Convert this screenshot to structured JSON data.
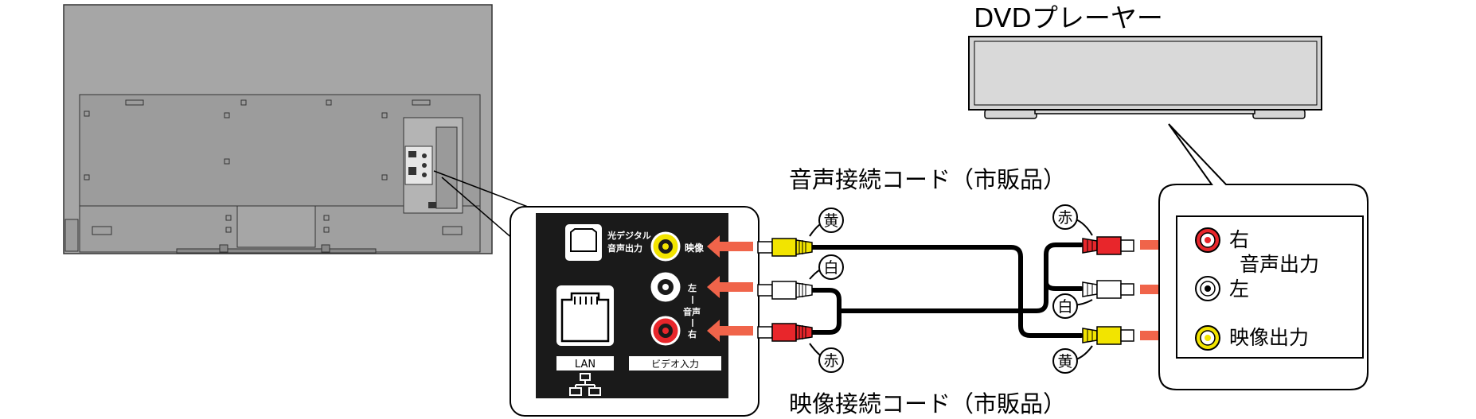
{
  "player": {
    "title": "DVDプレーヤー"
  },
  "cables": {
    "audio_label": "音声接続コード（市販品）",
    "video_label": "映像接続コード（市販品）",
    "yellow": "黄",
    "white": "白",
    "red": "赤"
  },
  "tv_panel": {
    "optical_line1": "光デジタル",
    "optical_line2": "音声出力",
    "video_in": "映像",
    "left": "左",
    "audio": "音声",
    "right": "右",
    "video_input_badge": "ビデオ入力",
    "lan_label": "LAN"
  },
  "player_panel": {
    "right": "右",
    "audio_out": "音声出力",
    "left": "左",
    "video_out": "映像出力"
  },
  "colors": {
    "tv_body": "#a6a6a6",
    "panel_dark": "#1a1a1a",
    "arrow": "#f0644a",
    "jack_yellow": "#f2e400",
    "jack_red": "#e8262b",
    "plug_yellow": "#f2e400",
    "plug_red": "#e8262b",
    "plug_white": "#ffffff",
    "player_body": "#d4d4d4"
  }
}
